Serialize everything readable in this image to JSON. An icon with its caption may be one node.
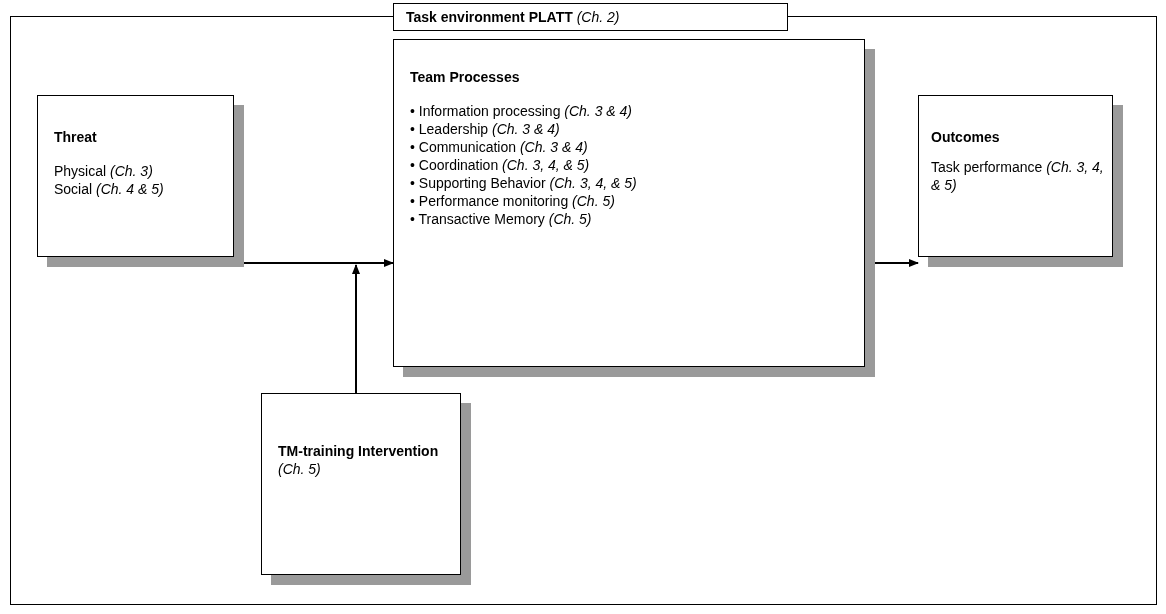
{
  "diagram": {
    "nodes": [
      {
        "text": [
          "**Task environment PLATT** *(Ch. 2)*"
        ]
      },
      {
        "text": [
          "Threat",
          "Physical *(Ch. 3)*",
          "Social *(Ch. 4 & 5)*"
        ],
        "in": 0
      },
      {
        "text": [
          "Team Processes",
          "• Information processing *(Ch. 3 & 4)*",
          "• Leadership *(Ch. 3 & 4)*",
          "• Communication *(Ch. 3 & 4)*",
          "• Coordination *(Ch. 3, 4, & 5)*",
          "• Supporting Behavior *(Ch. 3, 4, & 5)*",
          "• Performance monitoring *(Ch. 5)*",
          "• Transactive Memory *(Ch. 5)*"
        ],
        "in": 0
      },
      {
        "text": [
          "Outcomes",
          "Task performance *(Ch. 3, 4, & 5)*"
        ],
        "in": 0
      },
      {
        "text": [
          "TM-training Intervention",
          "*(Ch. 5)*"
        ],
        "in": 0
      }
    ],
    "edges": [
      {
        "from": 1,
        "to": 2,
        "arrow": "to"
      },
      {
        "from": 2,
        "to": 3,
        "arrow": "to"
      },
      {
        "from": 4,
        "to": null,
        "arrow": "to"
      }
    ]
  }
}
